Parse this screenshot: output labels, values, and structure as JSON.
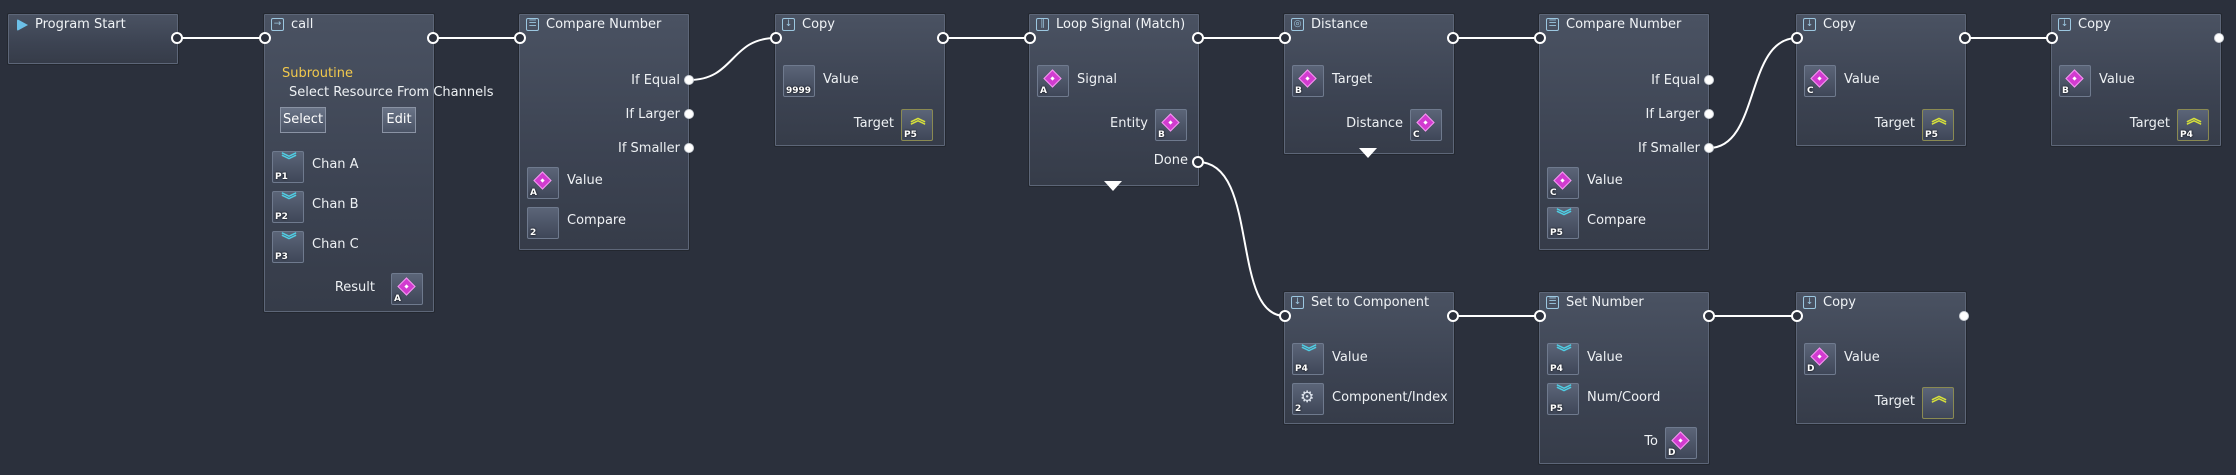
{
  "nodes": {
    "program_start": {
      "title": "Program Start"
    },
    "call": {
      "title": "call",
      "subtitle": "Subroutine",
      "description": "Select Resource From Channels",
      "select_label": "Select",
      "edit_label": "Edit",
      "params": [
        {
          "label": "Chan A",
          "tag": "P1"
        },
        {
          "label": "Chan B",
          "tag": "P2"
        },
        {
          "label": "Chan C",
          "tag": "P3"
        }
      ],
      "result_label": "Result",
      "result_tag": "A"
    },
    "compare_number_1": {
      "title": "Compare Number",
      "outputs": [
        "If Equal",
        "If Larger",
        "If Smaller"
      ],
      "value_label": "Value",
      "value_tag": "A",
      "compare_label": "Compare",
      "compare_tag": "2"
    },
    "copy_1": {
      "title": "Copy",
      "value_label": "Value",
      "value_tag": "9999",
      "target_label": "Target",
      "target_tag": "P5"
    },
    "loop_signal": {
      "title": "Loop Signal (Match)",
      "signal_label": "Signal",
      "signal_tag": "A",
      "entity_label": "Entity",
      "entity_tag": "B",
      "done_label": "Done"
    },
    "distance": {
      "title": "Distance",
      "target_label": "Target",
      "target_tag": "B",
      "distance_label": "Distance",
      "distance_tag": "C"
    },
    "compare_number_2": {
      "title": "Compare Number",
      "outputs": [
        "If Equal",
        "If Larger",
        "If Smaller"
      ],
      "value_label": "Value",
      "value_tag": "C",
      "compare_label": "Compare",
      "compare_tag": "P5"
    },
    "copy_2": {
      "title": "Copy",
      "value_label": "Value",
      "value_tag": "C",
      "target_label": "Target",
      "target_tag": "P5"
    },
    "copy_3": {
      "title": "Copy",
      "value_label": "Value",
      "value_tag": "B",
      "target_label": "Target",
      "target_tag": "P4"
    },
    "set_to_component": {
      "title": "Set to Component",
      "value_label": "Value",
      "value_tag": "P4",
      "component_label": "Component/Index",
      "component_tag": "2"
    },
    "set_number": {
      "title": "Set Number",
      "value_label": "Value",
      "value_tag": "P4",
      "num_label": "Num/Coord",
      "num_tag": "P5",
      "to_label": "To",
      "to_tag": "D"
    },
    "copy_4": {
      "title": "Copy",
      "value_label": "Value",
      "value_tag": "D",
      "target_label": "Target",
      "target_tag": ""
    }
  },
  "colors": {
    "background": "#2b303c",
    "node": "#3e4554",
    "register_diamond": "#d23bd0",
    "param_chevron": "#4fd0e6",
    "target_chevron": "#d8e23a",
    "subtitle": "#f2c94c",
    "wire": "#ffffff"
  }
}
